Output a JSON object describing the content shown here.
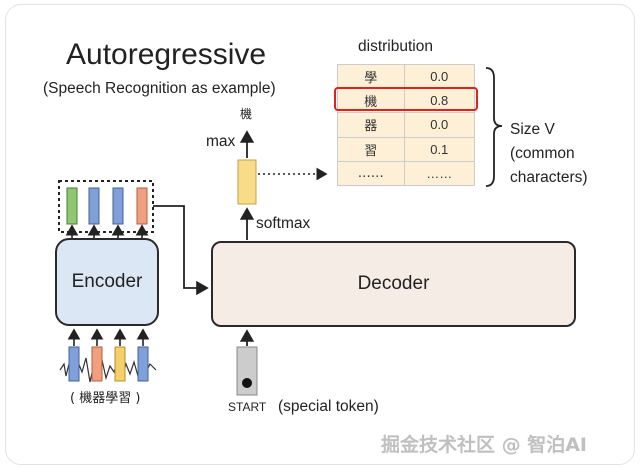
{
  "title": "Autoregressive",
  "subtitle": "(Speech Recognition as example)",
  "distribution": {
    "label": "distribution",
    "rows": [
      {
        "char": "學",
        "prob": "0.0"
      },
      {
        "char": "機",
        "prob": "0.8"
      },
      {
        "char": "器",
        "prob": "0.0"
      },
      {
        "char": "習",
        "prob": "0.1"
      },
      {
        "char": "……",
        "prob": "……"
      }
    ]
  },
  "size_label": {
    "line1": "Size V",
    "line2": "(common",
    "line3": "characters)"
  },
  "max_label": "max",
  "output_char": "機",
  "softmax_label": "softmax",
  "encoder_label": "Encoder",
  "decoder_label": "Decoder",
  "input_caption": "( 機器學習 )",
  "start_label": "START",
  "special_token_label": "(special token)",
  "watermark": "掘金技术社区 @ 智泊AI",
  "colors": {
    "highlight": "#e0231a",
    "table_fill": "#fdf0d6",
    "encoder_fill": "#dbe7f5",
    "decoder_fill": "#f6ece6"
  }
}
